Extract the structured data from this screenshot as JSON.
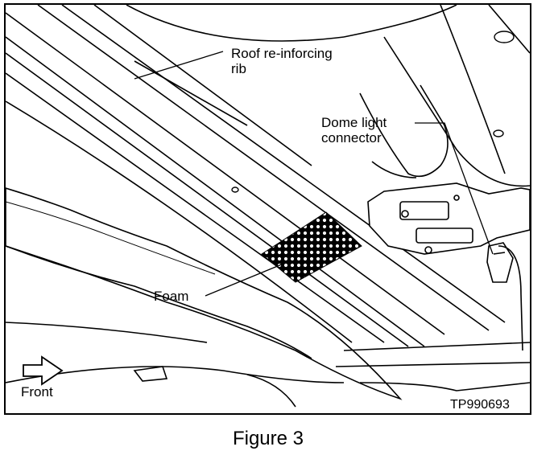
{
  "figure": {
    "labels": {
      "roof_rib_line1": "Roof re-inforcing",
      "roof_rib_line2": "rib",
      "dome_line1": "Dome light",
      "dome_line2": "connector",
      "foam": "Foam",
      "front": "Front",
      "code": "TP990693"
    },
    "caption": "Figure 3"
  }
}
